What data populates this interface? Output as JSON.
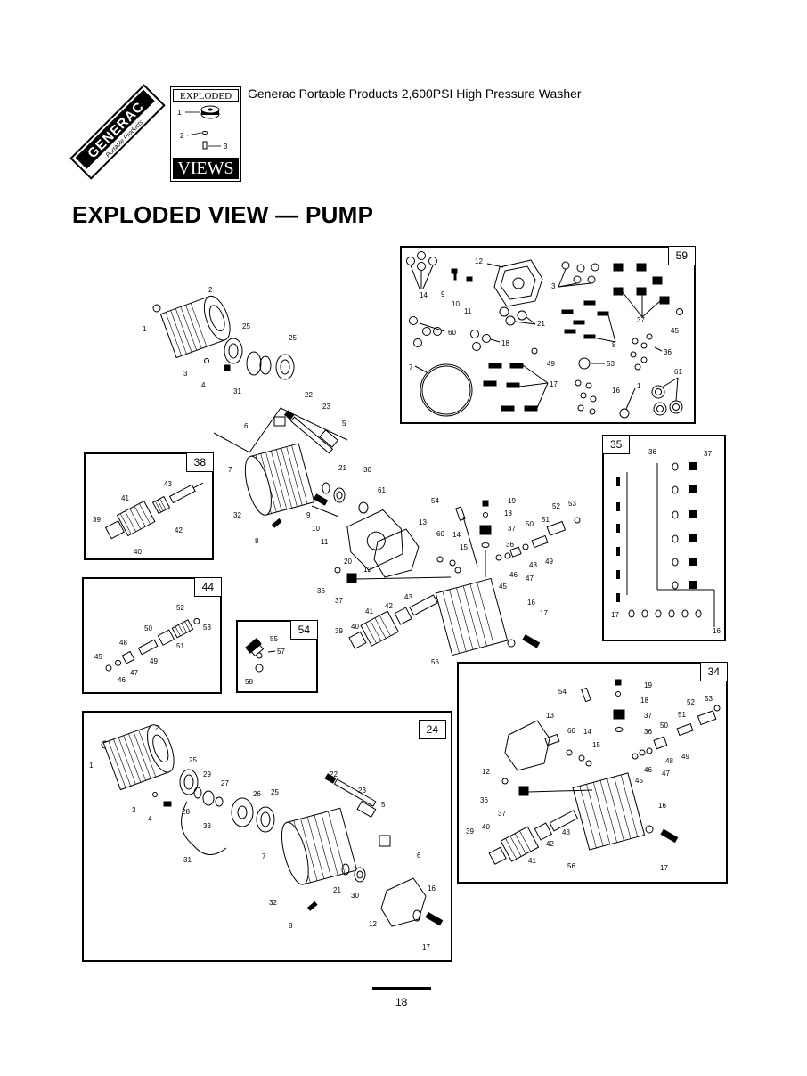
{
  "header": {
    "title": "Generac Portable Products 2,600PSI High Pressure Washer",
    "logo_brand": "GENERAC",
    "logo_sub": "Portable Products",
    "badge_top": "EXPLODED",
    "badge_bottom": "VIEWS",
    "badge_callouts": [
      "1",
      "2",
      "3"
    ]
  },
  "page_title": "EXPLODED VIEW — PUMP",
  "page_number": "18",
  "insets": {
    "box59": {
      "tag": "59",
      "labels": [
        "12",
        "14",
        "9",
        "10",
        "11",
        "3",
        "21",
        "37",
        "45",
        "60",
        "18",
        "8",
        "36",
        "7",
        "49",
        "53",
        "17",
        "16",
        "1",
        "61"
      ]
    },
    "box38": {
      "tag": "38",
      "labels": [
        "43",
        "41",
        "42",
        "39",
        "40"
      ]
    },
    "box35": {
      "tag": "35",
      "labels": [
        "36",
        "37",
        "17",
        "16"
      ]
    },
    "box44": {
      "tag": "44",
      "labels": [
        "52",
        "53",
        "50",
        "51",
        "48",
        "49",
        "45",
        "47",
        "46"
      ]
    },
    "box54": {
      "tag": "54",
      "labels": [
        "55",
        "57",
        "58"
      ]
    },
    "box24": {
      "tag": "24",
      "labels": [
        "2",
        "1",
        "25",
        "29",
        "27",
        "28",
        "26",
        "25",
        "3",
        "4",
        "33",
        "31",
        "22",
        "23",
        "5",
        "7",
        "6",
        "21",
        "30",
        "32",
        "8",
        "16",
        "12",
        "17"
      ]
    },
    "box34": {
      "tag": "34",
      "labels": [
        "19",
        "54",
        "18",
        "37",
        "36",
        "13",
        "52",
        "53",
        "51",
        "50",
        "60",
        "14",
        "15",
        "48",
        "49",
        "46",
        "47",
        "45",
        "12",
        "36",
        "37",
        "43",
        "16",
        "39",
        "40",
        "42",
        "41",
        "56",
        "17"
      ]
    }
  },
  "main_labels": [
    "2",
    "1",
    "25",
    "25",
    "3",
    "4",
    "31",
    "22",
    "23",
    "5",
    "6",
    "7",
    "21",
    "30",
    "61",
    "9",
    "10",
    "11",
    "32",
    "8",
    "20",
    "12",
    "13",
    "54",
    "19",
    "18",
    "37",
    "36",
    "60",
    "14",
    "15",
    "52",
    "53",
    "51",
    "50",
    "48",
    "49",
    "46",
    "47",
    "45",
    "36",
    "37",
    "43",
    "42",
    "41",
    "39",
    "40",
    "16",
    "17",
    "56"
  ]
}
